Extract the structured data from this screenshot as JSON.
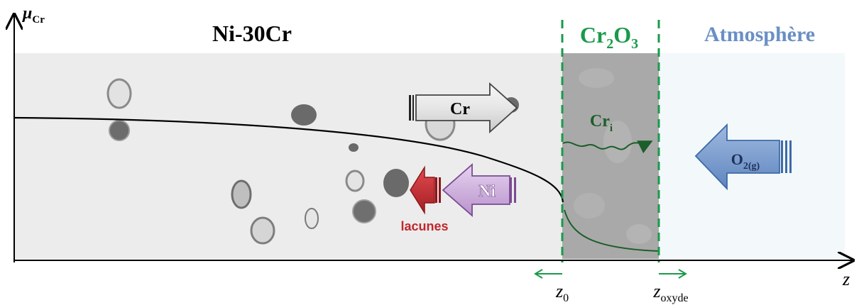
{
  "axes": {
    "y_label": "μ",
    "y_label_sub": "Cr",
    "x_label": "z"
  },
  "regions": {
    "alloy": "Ni-30Cr",
    "oxide_main": "Cr",
    "oxide_sub1": "2",
    "oxide_mid": "O",
    "oxide_sub2": "3",
    "atmosphere": "Atmosphère"
  },
  "arrows": {
    "cr": "Cr",
    "ni": "Ni",
    "vacancies": "lacunes",
    "cr_interstitial": "Cr",
    "cr_interstitial_sub": "i",
    "oxygen": "O",
    "oxygen_sub": "2(g)"
  },
  "markers": {
    "z0": "z",
    "z0_sub": "0",
    "zoxyde": "z",
    "zoxyde_sub": "oxyde"
  },
  "colors": {
    "oxide_border": "#1a9a4a",
    "cr_curve": "#1b5e2a",
    "vacancy_red": "#c0272d",
    "ni_purple": "#8e5ea2",
    "oxygen_blue": "#6a8fc4"
  }
}
